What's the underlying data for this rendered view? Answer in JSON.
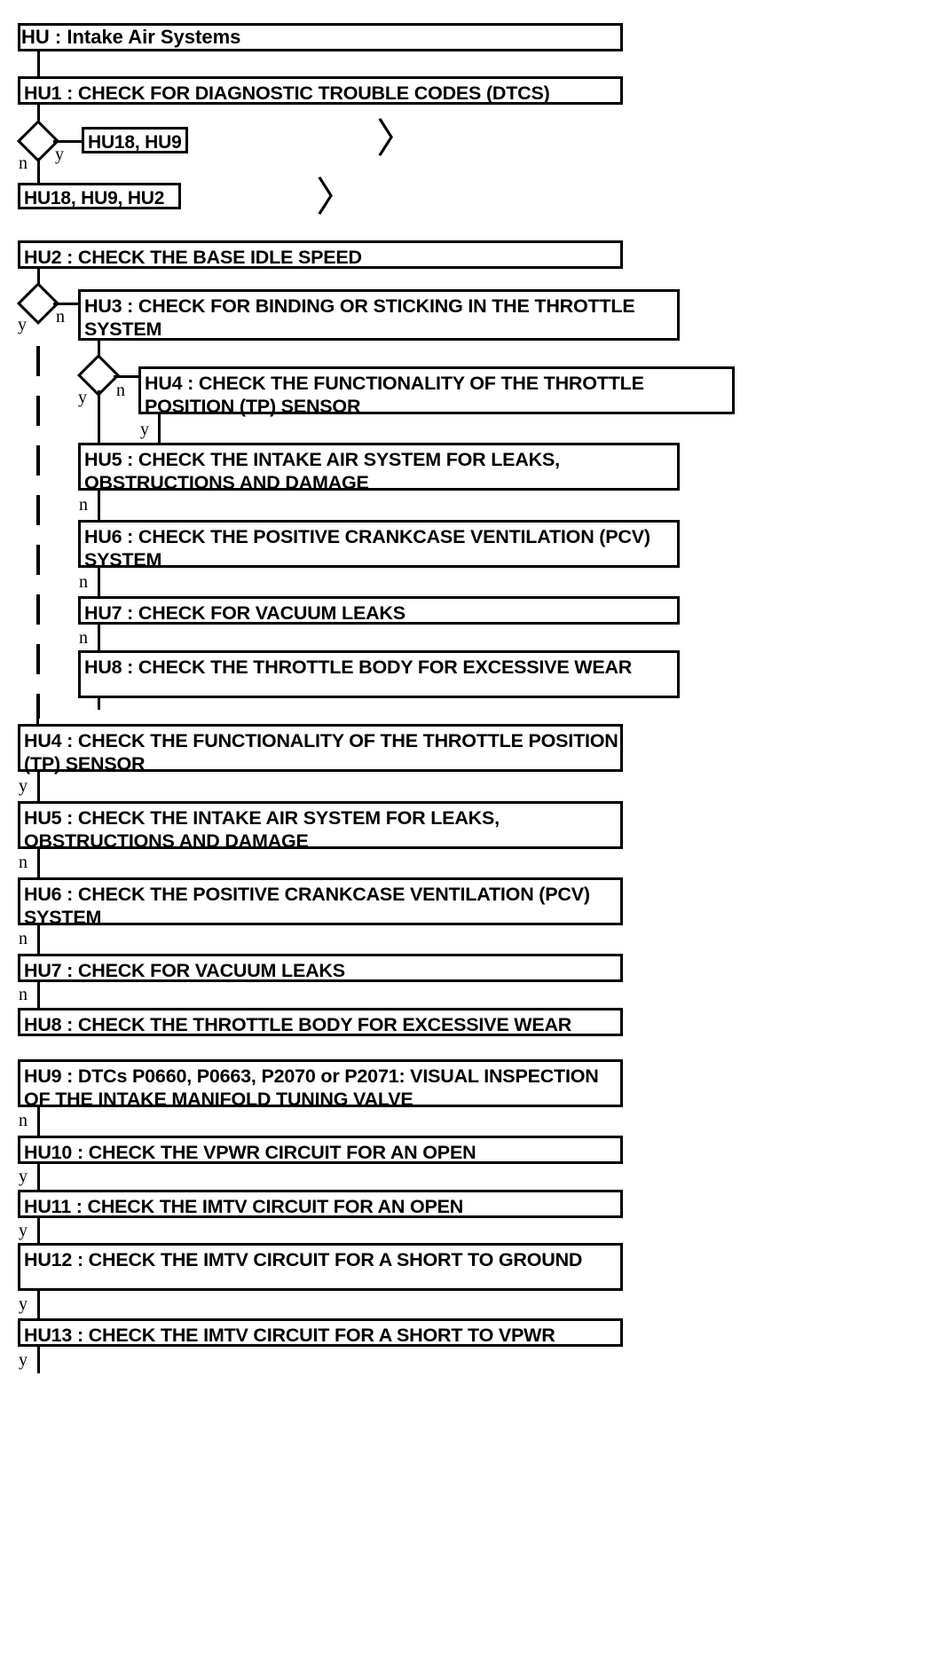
{
  "diagram": {
    "title": "HU : Intake Air Systems",
    "type": "flowchart",
    "branch_labels": {
      "yes": "y",
      "no": "n"
    },
    "connector_glyph": "〉"
  },
  "nodes": {
    "header": "HU : Intake Air Systems",
    "hu1": "HU1 : CHECK FOR DIAGNOSTIC TROUBLE CODES (DTCS)",
    "ref1": "HU18, HU9",
    "ref2": "HU18, HU9, HU2",
    "hu2": "HU2 : CHECK THE BASE IDLE SPEED",
    "hu3": "HU3 : CHECK FOR BINDING OR STICKING IN THE THROTTLE SYSTEM",
    "hu4_nested": "HU4 : CHECK THE FUNCTIONALITY OF THE THROTTLE POSITION (TP) SENSOR",
    "hu5_nested": "HU5 : CHECK THE INTAKE AIR SYSTEM FOR LEAKS, OBSTRUCTIONS AND DAMAGE",
    "hu6_nested": "HU6 : CHECK THE POSITIVE CRANKCASE VENTILATION (PCV) SYSTEM",
    "hu7_nested": "HU7 : CHECK FOR VACUUM LEAKS",
    "hu8_nested": "HU8 : CHECK THE THROTTLE BODY FOR EXCESSIVE WEAR",
    "hu4_main": "HU4 : CHECK THE FUNCTIONALITY OF THE THROTTLE POSITION (TP) SENSOR",
    "hu5_main": "HU5 : CHECK THE INTAKE AIR SYSTEM FOR LEAKS, OBSTRUCTIONS AND DAMAGE",
    "hu6_main": "HU6 : CHECK THE POSITIVE CRANKCASE VENTILATION (PCV) SYSTEM",
    "hu7_main": "HU7 : CHECK FOR VACUUM LEAKS",
    "hu8_main": "HU8 : CHECK THE THROTTLE BODY FOR EXCESSIVE WEAR",
    "hu9": "HU9 : DTCs P0660, P0663, P2070 or P2071: VISUAL INSPECTION OF THE INTAKE MANIFOLD TUNING VALVE",
    "hu10": "HU10 : CHECK THE VPWR CIRCUIT FOR AN OPEN",
    "hu11": "HU11 : CHECK THE IMTV CIRCUIT FOR AN OPEN",
    "hu12": "HU12 : CHECK THE IMTV CIRCUIT FOR A SHORT TO GROUND",
    "hu13": "HU13 : CHECK THE IMTV CIRCUIT FOR A SHORT TO VPWR"
  },
  "branches": {
    "d1_n": "n",
    "d1_y": "y",
    "d2_y": "y",
    "d2_n": "n",
    "d3_y": "y",
    "d3_n": "n",
    "hu4n_y": "y",
    "hu5n_n": "n",
    "hu6n_n": "n",
    "hu7n_n": "n",
    "hu4m_y": "y",
    "hu5m_n": "n",
    "hu6m_n": "n",
    "hu7m_n": "n",
    "hu9_n": "n",
    "hu10_y": "y",
    "hu11_y": "y",
    "hu12_y": "y",
    "hu13_y": "y"
  },
  "connectors": {
    "c1": "〉",
    "c2": "〉"
  },
  "colors": {
    "stroke": "#000000",
    "fill": "#ffffff",
    "text": "#000000"
  }
}
